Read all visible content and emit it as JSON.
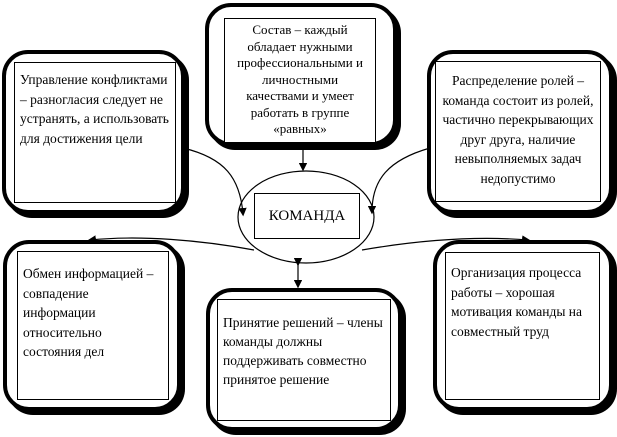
{
  "center": {
    "label": "КОМАНДА"
  },
  "nodes": {
    "composition": "Состав – каждый обладает нужными профессиональными и личностными качествами и умеет работать в группе «равных»",
    "conflicts": "Управление конфликтами – разногласия следует не устранять, а использовать для достижения цели",
    "roles": "Распределение ролей – команда состоит из ролей, частично перекрывающих друг друга, наличие невыполняемых задач недопустимо",
    "exchange": "Обмен информацией – совпадение информации относительно состояния дел",
    "decisions": "Принятие решений – члены команды должны поддерживать совместно принятое решение",
    "organization": "Организация процесса работы – хорошая мотивация команды на совместный труд"
  }
}
